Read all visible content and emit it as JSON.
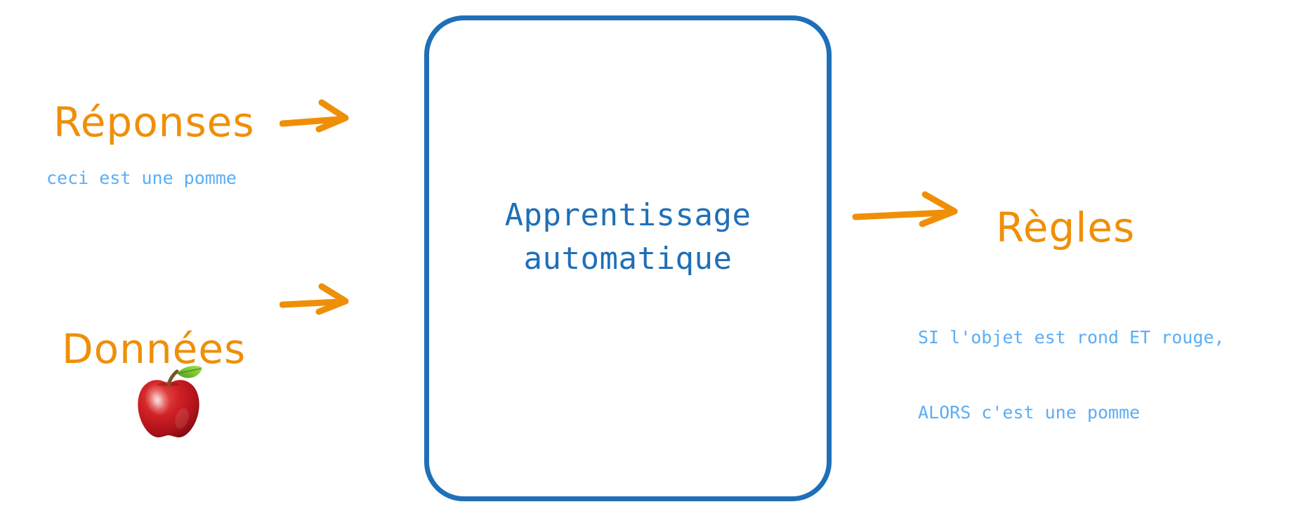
{
  "diagram": {
    "title": "Apprentissage automatique",
    "background_color": "#ffffff",
    "accent_orange": "#ef8f08",
    "accent_blue": "#1f6fb8",
    "example_blue": "#5cadf5",
    "process": {
      "line1": "Apprentissage",
      "line2": "automatique"
    },
    "inputs": [
      {
        "label": "Réponses",
        "example": "ceci est une pomme",
        "icon": "none"
      },
      {
        "label": "Données",
        "example": "",
        "icon": "apple-image"
      }
    ],
    "outputs": [
      {
        "label": "Règles",
        "example_line1": "SI l'objet est rond ET rouge,",
        "example_line2": "ALORS c'est une pomme"
      }
    ],
    "arrows": [
      {
        "name": "arrow-reponses",
        "direction": "right"
      },
      {
        "name": "arrow-donnees",
        "direction": "right"
      },
      {
        "name": "arrow-regles",
        "direction": "right"
      }
    ]
  }
}
